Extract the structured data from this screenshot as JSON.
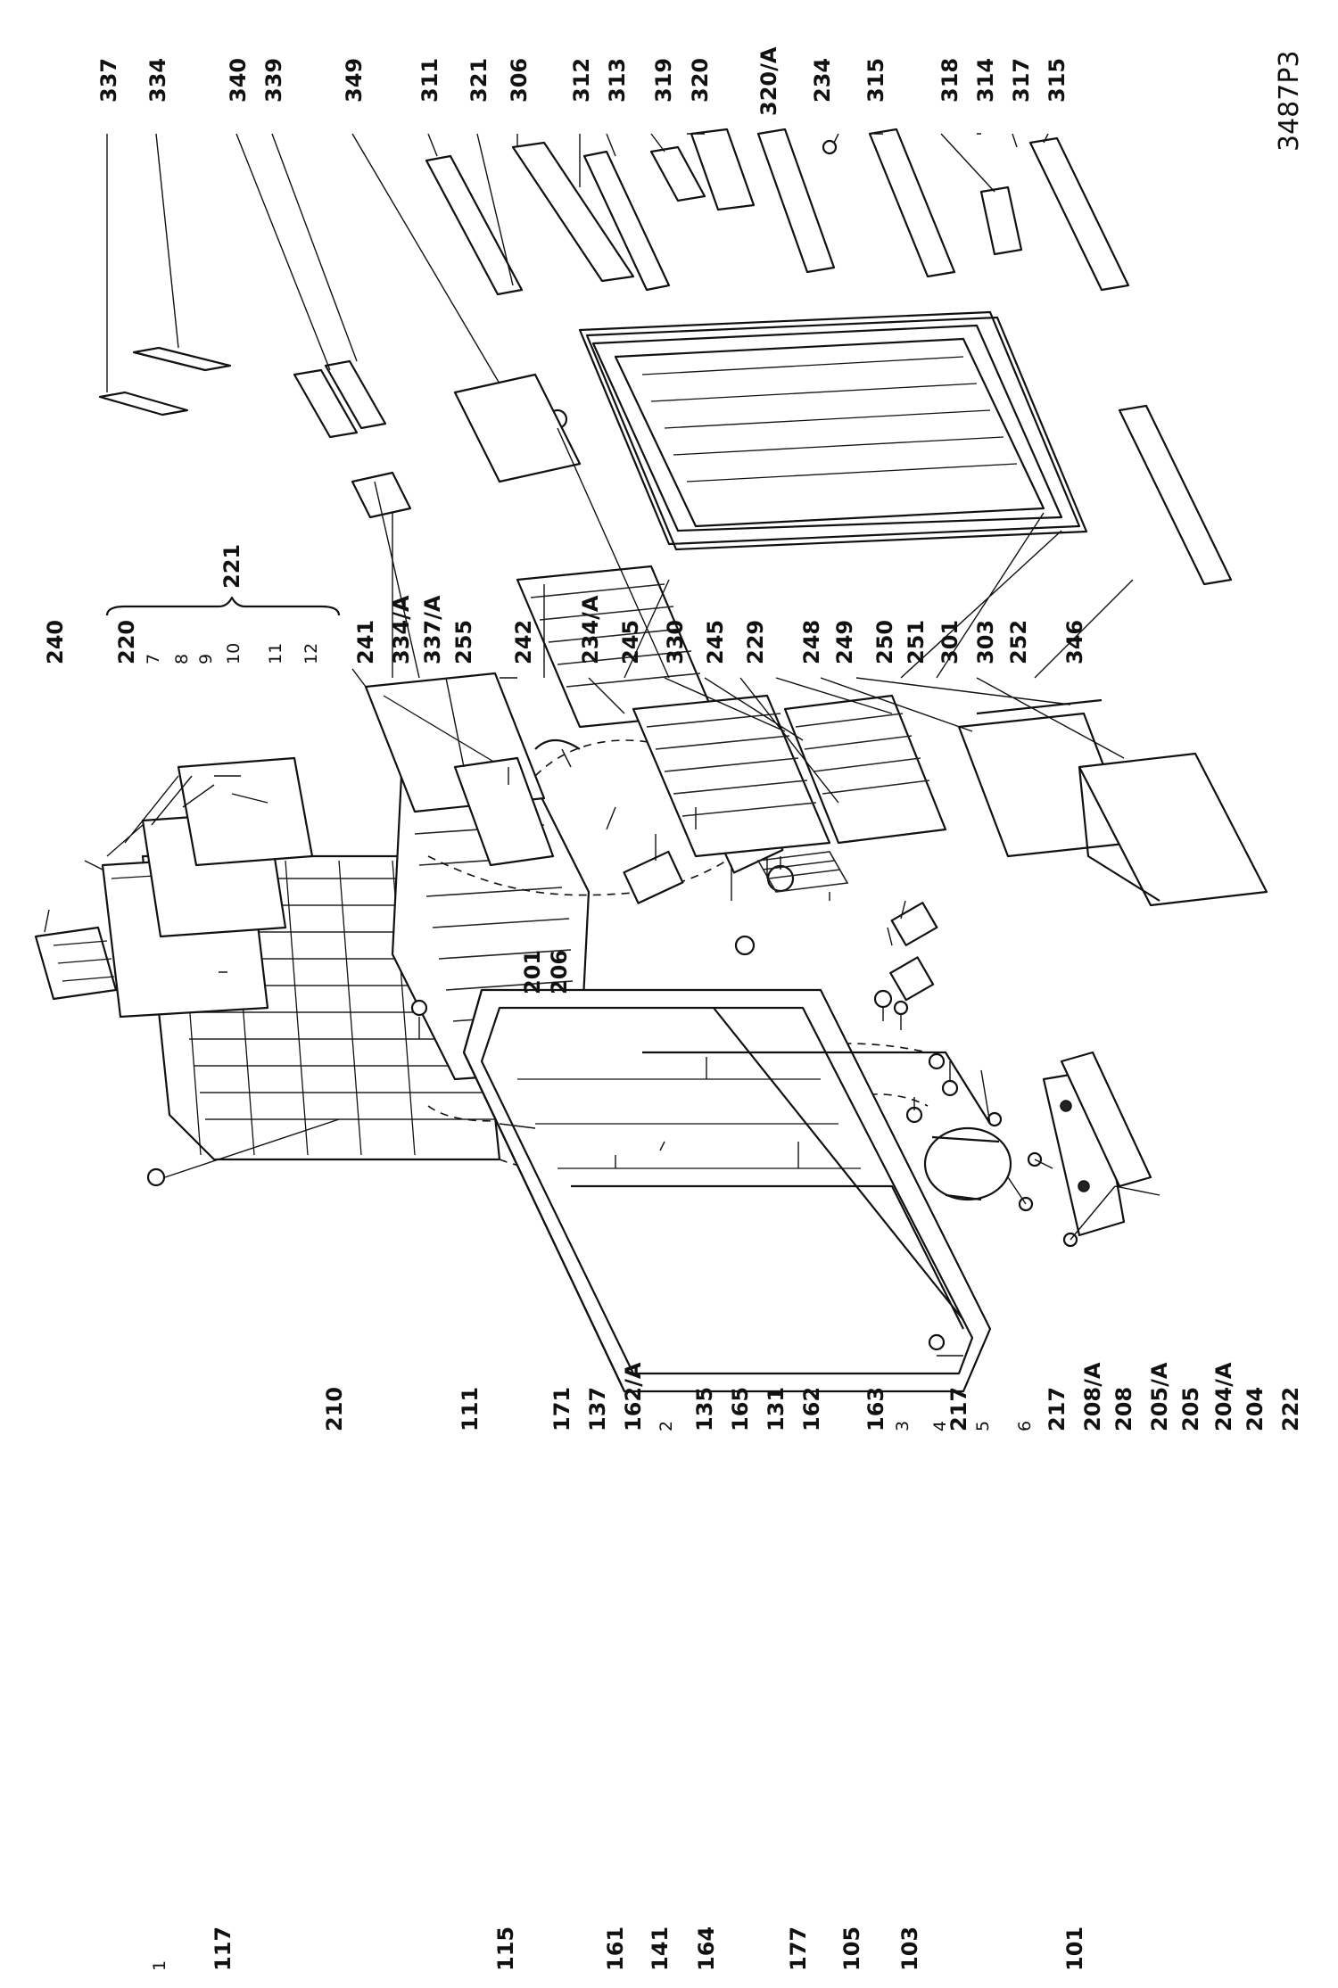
{
  "drawing_code": "3487P3",
  "labels": {
    "l_1": "1",
    "l_117": "117",
    "l_115": "115",
    "l_161": "161",
    "l_141": "141",
    "l_164": "164",
    "l_177": "177",
    "l_105": "105",
    "l_103": "103",
    "l_101": "101",
    "l_210": "210",
    "l_111": "111",
    "l_171": "171",
    "l_137": "137",
    "l_162a": "162/A",
    "l_2": "2",
    "l_135": "135",
    "l_165": "165",
    "l_131": "131",
    "l_162": "162",
    "l_163": "163",
    "l_3": "3",
    "l_4": "4",
    "l_5": "5",
    "l_6": "6",
    "l_217a": "217",
    "l_217b": "217",
    "l_208a": "208/A",
    "l_208": "208",
    "l_205a": "205/A",
    "l_205": "205",
    "l_204a": "204/A",
    "l_204": "204",
    "l_222": "222",
    "l_201": "201",
    "l_206": "206",
    "l_240": "240",
    "l_220": "220",
    "l_7": "7",
    "l_8": "8",
    "l_9": "9",
    "l_10": "10",
    "l_11": "11",
    "l_12": "12",
    "l_221": "221",
    "l_241": "241",
    "l_334a": "334/A",
    "l_337a": "337/A",
    "l_255": "255",
    "l_242": "242",
    "l_234a": "234/A",
    "l_245a": "245",
    "l_330": "330",
    "l_245b": "245",
    "l_229": "229",
    "l_248": "248",
    "l_249": "249",
    "l_250": "250",
    "l_251": "251",
    "l_301": "301",
    "l_303": "303",
    "l_252": "252",
    "l_346": "346",
    "l_337": "337",
    "l_334": "334",
    "l_340": "340",
    "l_339": "339",
    "l_349": "349",
    "l_311": "311",
    "l_321": "321",
    "l_306": "306",
    "l_312": "312",
    "l_313": "313",
    "l_319": "319",
    "l_320": "320",
    "l_320a": "320/A",
    "l_234": "234",
    "l_315a": "315",
    "l_318": "318",
    "l_314": "314",
    "l_317": "317",
    "l_315b": "315"
  }
}
